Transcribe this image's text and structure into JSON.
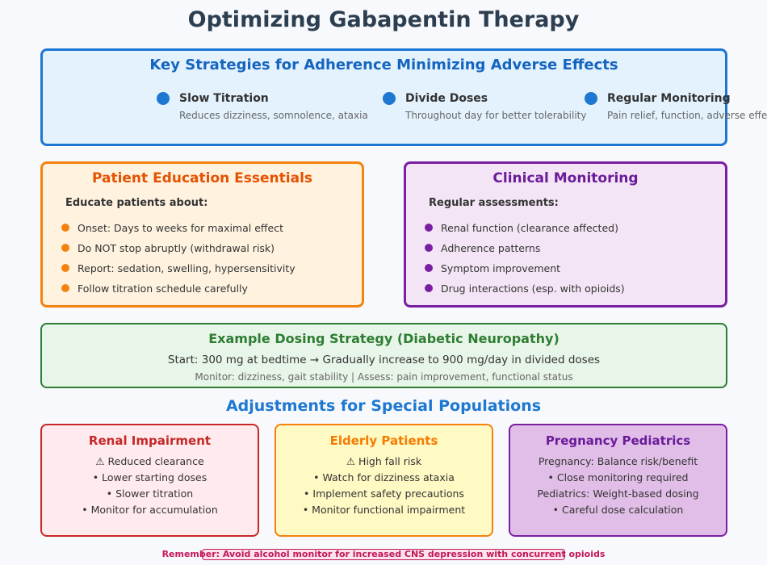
{
  "title": "Optimizing Gabapentin Therapy",
  "strategies": {
    "heading": "Key Strategies for Adherence Minimizing Adverse Effects",
    "items": [
      {
        "title": "Slow Titration",
        "desc": "Reduces dizziness, somnolence, ataxia"
      },
      {
        "title": "Divide Doses",
        "desc": "Throughout day for better tolerability"
      },
      {
        "title": "Regular Monitoring",
        "desc": "Pain relief, function, adverse effects"
      }
    ]
  },
  "education": {
    "heading": "Patient Education Essentials",
    "subheading": "Educate patients about:",
    "items": [
      "Onset: Days to weeks for maximal effect",
      "Do NOT stop abruptly (withdrawal risk)",
      "Report: sedation, swelling, hypersensitivity",
      "Follow titration schedule carefully"
    ]
  },
  "monitoring": {
    "heading": "Clinical Monitoring",
    "subheading": "Regular assessments:",
    "items": [
      "Renal function (clearance affected)",
      "Adherence patterns",
      "Symptom improvement",
      "Drug interactions (esp. with opioids)"
    ]
  },
  "dosing": {
    "heading": "Example Dosing Strategy (Diabetic Neuropathy)",
    "line": "Start: 300 mg at bedtime → Gradually increase to 900 mg/day in divided doses",
    "note": "Monitor: dizziness, gait stability | Assess: pain improvement, functional status"
  },
  "adjustments_heading": "Adjustments for Special Populations",
  "populations": {
    "renal": {
      "heading": "Renal Impairment",
      "items": [
        "⚠ Reduced clearance",
        "• Lower starting doses",
        "• Slower titration",
        "• Monitor for accumulation"
      ]
    },
    "elderly": {
      "heading": "Elderly Patients",
      "items": [
        "⚠ High fall risk",
        "• Watch for dizziness ataxia",
        "• Implement safety precautions",
        "• Monitor functional impairment"
      ]
    },
    "pregnancy": {
      "heading": "Pregnancy Pediatrics",
      "items": [
        "Pregnancy: Balance risk/benefit",
        "• Close monitoring required",
        "Pediatrics: Weight-based dosing",
        "• Careful dose calculation"
      ]
    }
  },
  "reminder": "Remember: Avoid alcohol monitor for increased CNS depression with concurrent opioids",
  "colors": {
    "primary_blue": "#1e78d2",
    "orange": "#f5820f",
    "purple": "#7b1fa2",
    "green": "#2e7d32",
    "red": "#c62828",
    "reminder": "#c2185b"
  }
}
